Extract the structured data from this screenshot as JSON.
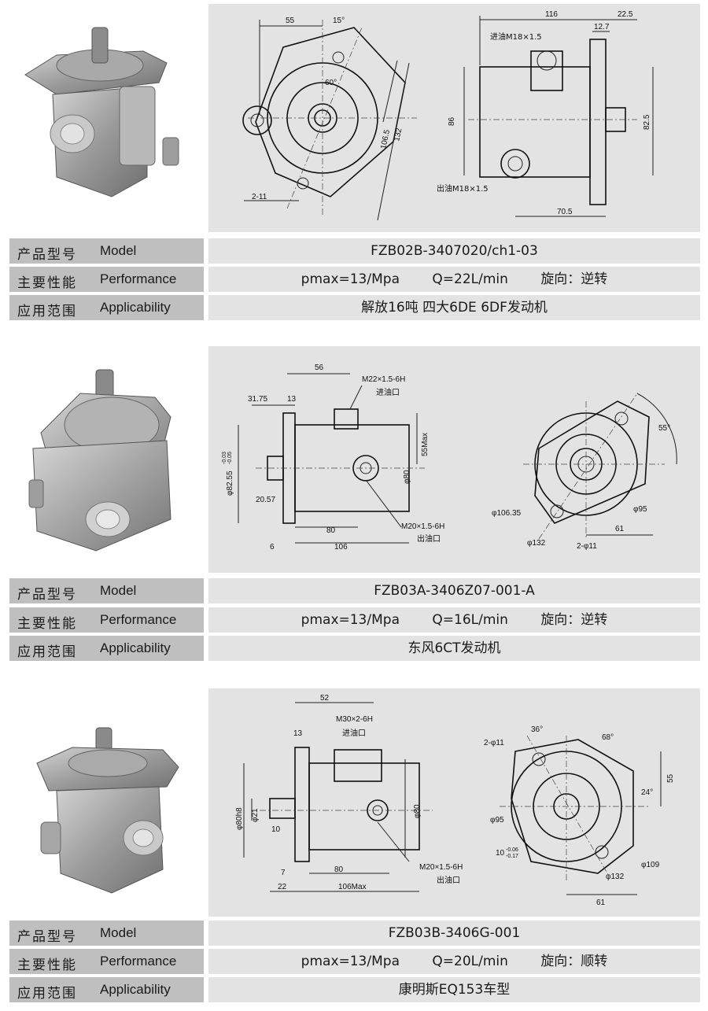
{
  "products": [
    {
      "rows": [
        {
          "zh": "产品型号",
          "en": "Model",
          "value": [
            "FZB02B-3407020/ch1-03"
          ]
        },
        {
          "zh": "主要性能",
          "en": "Performance",
          "value": [
            "pmax=13/Mpa",
            "Q=22L/min",
            "旋向：逆转"
          ]
        },
        {
          "zh": "应用范围",
          "en": "Applicability",
          "value": [
            "解放16吨  四大6DE  6DF发动机"
          ]
        }
      ],
      "dims": {
        "d55": "55",
        "a15": "15°",
        "a60": "60°",
        "d106_5": "106.5",
        "d132": "132",
        "holes": "2-11",
        "d116": "116",
        "d22_5": "22.5",
        "d12_7": "12.7",
        "inlet": "进油M18×1.5",
        "d86": "86",
        "d82_5": "82.5",
        "outlet": "出油M18×1.5",
        "d70_5": "70.5"
      }
    },
    {
      "rows": [
        {
          "zh": "产品型号",
          "en": "Model",
          "value": [
            "FZB03A-3406Z07-001-A"
          ]
        },
        {
          "zh": "主要性能",
          "en": "Performance",
          "value": [
            "pmax=13/Mpa",
            "Q=16L/min",
            "旋向：逆转"
          ]
        },
        {
          "zh": "应用范围",
          "en": "Applicability",
          "value": [
            "东风6CT发动机"
          ]
        }
      ],
      "dims": {
        "d56": "56",
        "thread_in": "M22×1.5-6H",
        "inlet": "进油口",
        "d31_75": "31.75",
        "d13": "13",
        "d55max": "55Max",
        "d82_55": "φ82.55",
        "tol_up": "-0.03",
        "tol_dn": "-0.05",
        "d80": "φ80",
        "d20_57": "20.57",
        "thread_out": "M20×1.5-6H",
        "outlet": "出油口",
        "d80b": "80",
        "d6": "6",
        "d106": "106",
        "a55": "55°",
        "d106_35": "φ106.35",
        "d95": "φ95",
        "d61": "61",
        "d132": "φ132",
        "holes": "2-φ11"
      }
    },
    {
      "rows": [
        {
          "zh": "产品型号",
          "en": "Model",
          "value": [
            "FZB03B-3406G-001"
          ]
        },
        {
          "zh": "主要性能",
          "en": "Performance",
          "value": [
            "pmax=13/Mpa",
            "Q=20L/min",
            "旋向：顺转"
          ]
        },
        {
          "zh": "应用范围",
          "en": "Applicability",
          "value": [
            "康明斯EQ153车型"
          ]
        }
      ],
      "dims": {
        "d52": "52",
        "thread_in": "M30×2-6H",
        "inlet": "进油口",
        "d13": "13",
        "d80h8": "φ80h8",
        "d21": "φ21",
        "d80": "φ80",
        "d10": "10",
        "thread_out": "M20×1.5-6H",
        "outlet": "出油口",
        "d7": "7",
        "d80b": "80",
        "d22": "22",
        "d106max": "106Max",
        "a36": "36°",
        "a68": "68°",
        "holes": "2-φ11",
        "d55": "55",
        "a24": "24°",
        "d95": "φ95",
        "d10_tol": "10",
        "tol_up": "-0.06",
        "tol_dn": "-0.17",
        "d109": "φ109",
        "d132": "φ132",
        "d61": "61"
      }
    }
  ]
}
